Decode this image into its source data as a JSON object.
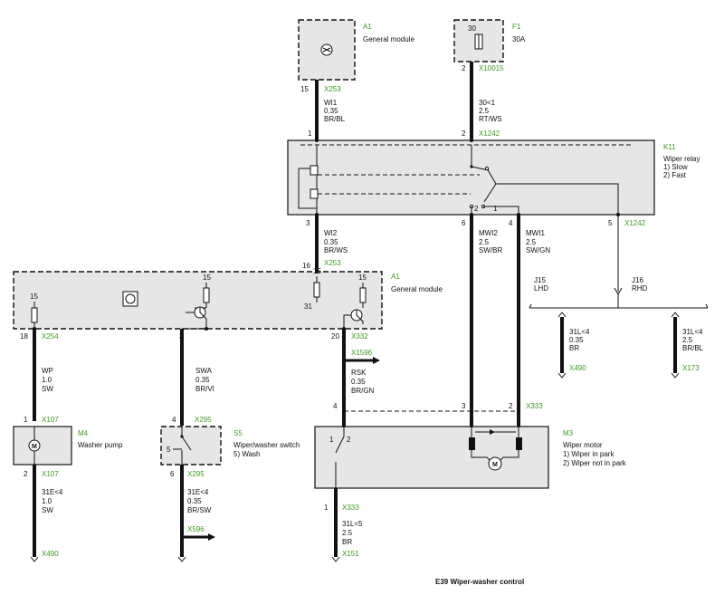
{
  "title": "E39 Wiper-washer control",
  "components": {
    "a1_top": {
      "ref": "A1",
      "name": "General module"
    },
    "f1": {
      "ref": "F1",
      "rating": "30A",
      "pin_top": "30",
      "pin_bottom": "2",
      "connector": "X10015"
    },
    "k11": {
      "ref": "K11",
      "name": "Wiper relay",
      "mode1": "1) Slow",
      "mode2": "2) Fast",
      "connector_top": "X1242",
      "connector_right": "X1242",
      "pin_top_left": "1",
      "pin_top_right": "2",
      "pin_b3": "3",
      "pin_b6": "6",
      "pin_b4": "4",
      "pin_b5": "5",
      "switch_pos2": "2",
      "switch_pos1": "1"
    },
    "a1_mid": {
      "ref": "A1",
      "name": "General module",
      "pin_t1": "15",
      "pin_t2": "15",
      "pin_t3": "15",
      "pin_t4": "15",
      "pin_31": "31"
    },
    "m4": {
      "ref": "M4",
      "name": "Washer pump",
      "pin_top": "1",
      "pin_bottom": "2",
      "conn_top": "X107",
      "conn_bottom": "X107"
    },
    "s5": {
      "ref": "S5",
      "name": "Wiper/washer switch",
      "mode": "5) Wash",
      "pin_top": "4",
      "pin_bottom": "6",
      "pin_side": "5",
      "conn_top": "X295",
      "conn_bottom": "X295"
    },
    "m3": {
      "ref": "M3",
      "name": "Wiper motor",
      "mode1": "1) Wiper in park",
      "mode2": "2) Wiper not in park",
      "conn": "X333",
      "pin_4": "4",
      "pin_3": "3",
      "pin_2": "2",
      "sw1": "1",
      "sw2": "2"
    }
  },
  "wires": {
    "w_a1_k11": {
      "pin": "15",
      "conn": "X253",
      "code": "WI1",
      "size": "0.35",
      "color": "BR/BL"
    },
    "w_f1_k11": {
      "code": "30<1",
      "size": "2.5",
      "color": "RT/WS"
    },
    "w_k11_a1": {
      "code": "WI2",
      "size": "0.35",
      "color": "BR/WS",
      "pin": "16",
      "conn": "X253"
    },
    "w_mwi2": {
      "code": "MWI2",
      "size": "2.5",
      "color": "SW/BR"
    },
    "w_mwi1": {
      "code": "MWI1",
      "size": "2.5",
      "color": "SW/GN"
    },
    "w_wp": {
      "pin": "18",
      "conn": "X254",
      "code": "WP",
      "size": "1.0",
      "color": "SW"
    },
    "w_swa": {
      "pin": "3",
      "code": "SWA",
      "size": "0.35",
      "color": "BR/VI"
    },
    "w_rsk": {
      "pin": "20",
      "conn": "X332",
      "code": "RSK",
      "size": "0.35",
      "color": "BR/GN",
      "branch": "X1596"
    },
    "w_m4_gnd": {
      "code": "31E<4",
      "size": "1.0",
      "color": "SW",
      "ground": "X490"
    },
    "w_s5_out": {
      "code": "31E<4",
      "size": "0.35",
      "color": "BR/SW",
      "dest": "X596"
    },
    "w_m3_gnd": {
      "pin": "1",
      "conn": "X333",
      "code": "31L<5",
      "size": "2.5",
      "color": "BR",
      "ground": "X151"
    },
    "lhd": {
      "ref": "J15",
      "label": "LHD",
      "code": "31L<4",
      "size": "0.35",
      "color": "BR",
      "ground": "X490"
    },
    "rhd": {
      "ref": "J16",
      "label": "RHD",
      "code": "31L<4",
      "size": "2.5",
      "color": "BR/BL",
      "ground": "X173"
    }
  },
  "colors": {
    "label_green": "#3c9a1e",
    "box_fill": "#e6e6e6",
    "line": "#111111"
  }
}
